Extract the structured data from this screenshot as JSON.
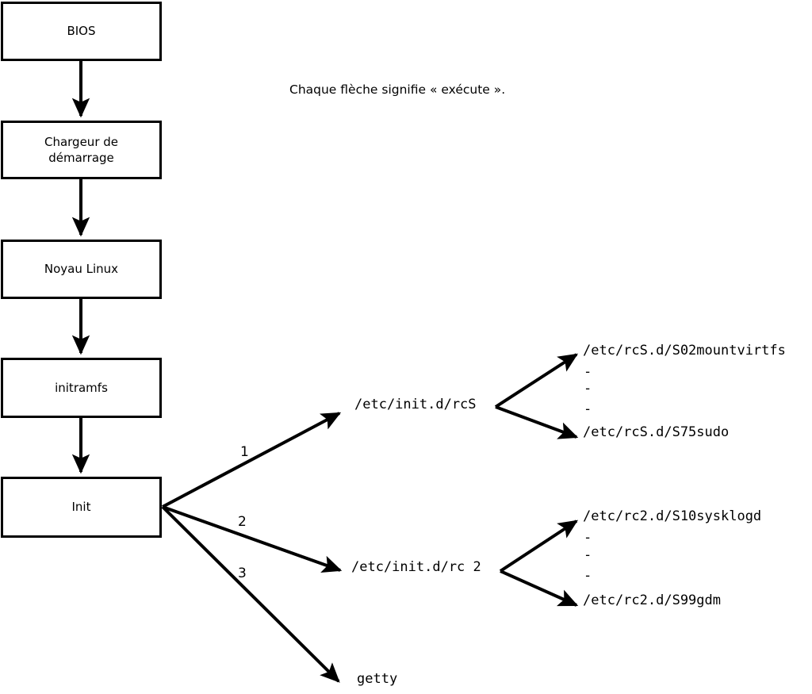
{
  "diagram": {
    "caption": "Chaque flèche signifie « exécute ».",
    "boot_chain": [
      {
        "id": "bios",
        "label": "BIOS"
      },
      {
        "id": "bootloader",
        "label": "Chargeur de démarrage"
      },
      {
        "id": "kernel",
        "label": "Noyau Linux"
      },
      {
        "id": "initramfs",
        "label": "initramfs"
      },
      {
        "id": "init",
        "label": "Init"
      }
    ],
    "init_branches": [
      {
        "number": "1",
        "target": "/etc/init.d/rcS"
      },
      {
        "number": "2",
        "target": "/etc/init.d/rc 2"
      },
      {
        "number": "3",
        "target": "getty"
      }
    ],
    "rcs_scripts": {
      "first": "/etc/rcS.d/S02mountvirtfs",
      "ellipsis": [
        "-",
        "-",
        "-"
      ],
      "last": "/etc/rcS.d/S75sudo"
    },
    "rc2_scripts": {
      "first": "/etc/rc2.d/S10sysklogd",
      "ellipsis": [
        "-",
        "-",
        "-"
      ],
      "last": "/etc/rc2.d/S99gdm"
    },
    "colors": {
      "stroke": "#000000",
      "background": "#ffffff",
      "text": "#000000"
    }
  }
}
